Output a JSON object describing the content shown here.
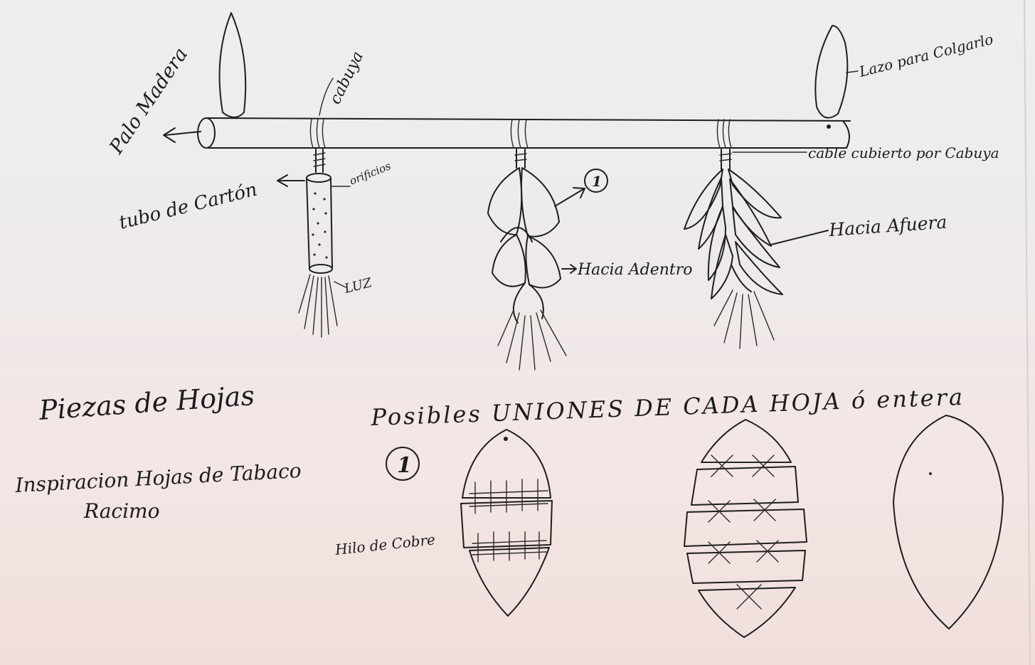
{
  "labels": {
    "palo_madera": "Palo Madera",
    "cabuya": "cabuya",
    "lazo": "Lazo para Colgarlo",
    "tubo_carton": "tubo de Cartón",
    "orificios": "orificios",
    "luz": "LUZ",
    "marker_1": "1",
    "hacia_adentro": "Hacia Adentro",
    "cable": "cable cubierto por Cabuya",
    "hacia_afuera": "Hacia Afuera"
  },
  "notes": {
    "title": "Piezas de Hojas",
    "inspiration": "Inspiracion Hojas de Tabaco",
    "racimo": "Racimo"
  },
  "unions": {
    "heading": "Posibles UNIONES DE CADA HOJA ó entera",
    "marker": "1",
    "hilo": "Hilo de Cobre"
  }
}
